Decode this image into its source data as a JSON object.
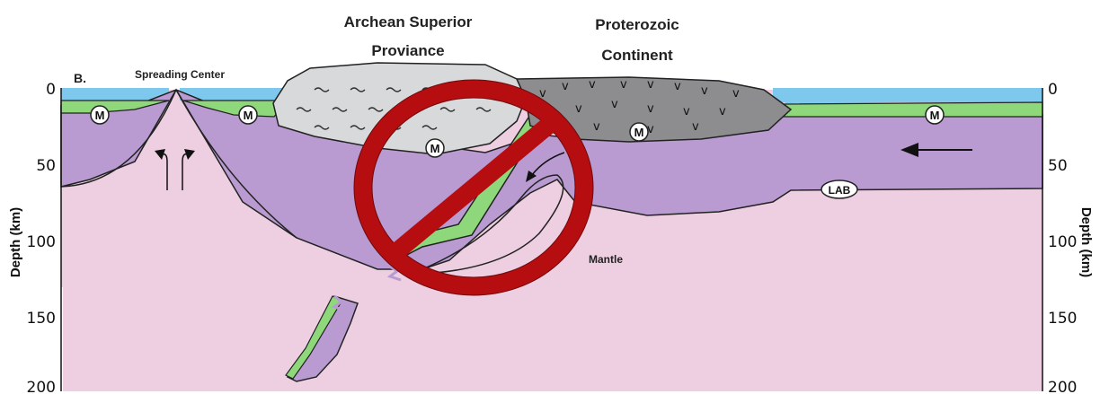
{
  "panel_label": "B.",
  "labels": {
    "spreading_center": "Spreading Center",
    "archean_line1": "Archean Superior",
    "archean_line2": "Proviance",
    "proterozoic_line1": "Proterozoic",
    "proterozoic_line2": "Continent",
    "mantle": "Mantle"
  },
  "markers": {
    "moho": "M",
    "lab": "LAB"
  },
  "axes": {
    "left_title": "Depth (km)",
    "right_title": "Depth (km)",
    "ticks": [
      "0",
      "50",
      "100",
      "150",
      "200"
    ]
  },
  "icons": {
    "prohibition": "prohibition-circle-icon",
    "arrow": "flow-arrow-icon"
  },
  "colors": {
    "ocean": "#7ec8ee",
    "crust": "#8ed77a",
    "lithosphere": "#b99ad1",
    "mantle": "#edcfe1",
    "archean": "#d7d9da",
    "proterozoic": "#8d8d8f",
    "prohibition": "#b50d10"
  }
}
